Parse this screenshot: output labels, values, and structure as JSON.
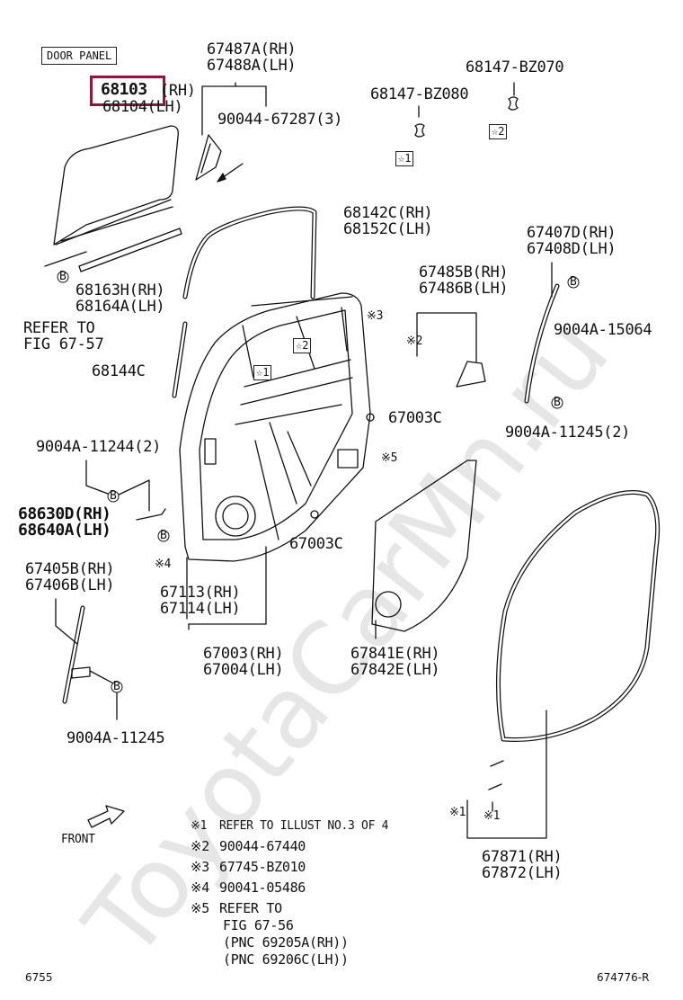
{
  "diagram_title_box": "DOOR PANEL",
  "labels": {
    "p68103": "68103",
    "p68103_rh": "(RH)",
    "p68104": "68104(LH)",
    "p67487": "67487A(RH)",
    "p67488": "67488A(LH)",
    "p90044_67287": "90044-67287(3)",
    "p68147_080": "68147-BZ080",
    "p68147_070": "68147-BZ070",
    "p68142": "68142C(RH)",
    "p68152": "68152C(LH)",
    "p67407": "67407D(RH)",
    "p67408": "67408D(LH)",
    "p68163": "68163H(RH)",
    "p68164": "68164A(LH)",
    "refer_fig1": "REFER TO",
    "refer_fig2": "FIG 67-57",
    "p67485": "67485B(RH)",
    "p67486": "67486B(LH)",
    "p9004a_15064": "9004A-15064",
    "p68144": "68144C",
    "p67003c_a": "67003C",
    "p9004a_11245_2": "9004A-11245(2)",
    "p9004a_11244": "9004A-11244(2)",
    "p68630": "68630D(RH)",
    "p68640": "68640A(LH)",
    "p67003c_b": "67003C",
    "p67405": "67405B(RH)",
    "p67406": "67406B(LH)",
    "p67113": "67113(RH)",
    "p67114": "67114(LH)",
    "p67003": "67003(RH)",
    "p67004": "67004(LH)",
    "p67841": "67841E(RH)",
    "p67842": "67842E(LH)",
    "p9004a_11245": "9004A-11245",
    "p67871": "67871(RH)",
    "p67872": "67872(LH)",
    "front": "FRONT",
    "mk_b": "B",
    "mk_s1": "☆1",
    "mk_s2": "☆2",
    "mk_x1": "※1",
    "mk_x2": "※2",
    "mk_x3": "※3",
    "mk_x4": "※4",
    "mk_x5": "※5"
  },
  "notes": [
    {
      "mark": "※1",
      "text": "REFER TO ILLUST NO.3 OF 4"
    },
    {
      "mark": "※2",
      "text": "90044-67440"
    },
    {
      "mark": "※3",
      "text": "67745-BZ010"
    },
    {
      "mark": "※4",
      "text": "90041-05486"
    },
    {
      "mark": "※5",
      "text": "REFER TO"
    }
  ],
  "notes_cont": [
    "FIG 67-56",
    "(PNC 69205A(RH))",
    "(PNC 69206C(LH))"
  ],
  "footer": {
    "left": "6755",
    "right": "674776-R"
  },
  "watermark": "ToyotaCarMn.ru",
  "colors": {
    "highlight": "#8b1a3a",
    "line": "#111111",
    "watermark": "#e6e6e6"
  }
}
